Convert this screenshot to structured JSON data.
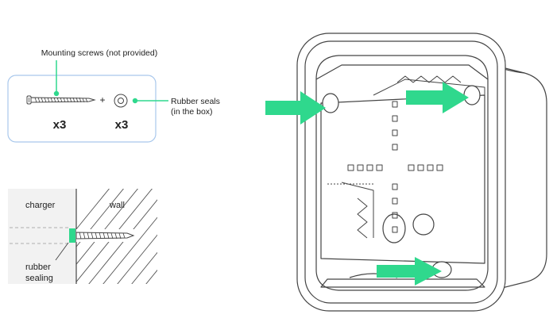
{
  "colors": {
    "accent": "#2fd88d",
    "panel_border": "#a9c8ec",
    "line": "#444444",
    "hatch": "#555555"
  },
  "parts_panel": {
    "callout_top": "Mounting screws (not provided)",
    "plus": "+",
    "screw_qty": "x3",
    "seal_qty": "x3",
    "seal_label_line1": "Rubber seals",
    "seal_label_line2": "(in the box)",
    "screw_icon": "screw-icon",
    "seal_icon": "rubber-seal-icon"
  },
  "section_view": {
    "charger_label": "charger",
    "wall_label": "wall",
    "sealing_label_line1": "rubber",
    "sealing_label_line2": "sealing"
  },
  "device": {
    "name_icon": "charger-back-plate",
    "arrows": [
      "arrow-left-hole",
      "arrow-right-hole",
      "arrow-bottom-hole"
    ]
  }
}
